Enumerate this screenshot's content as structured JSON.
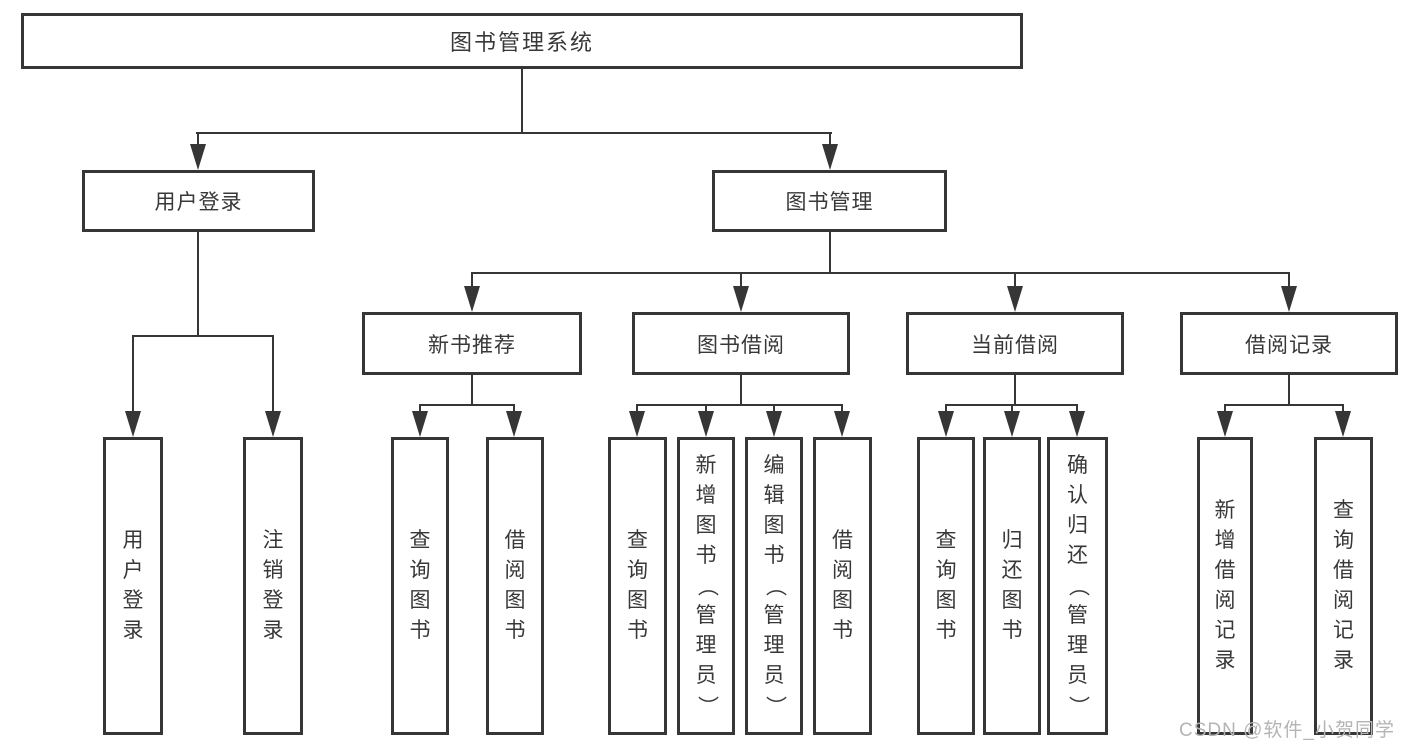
{
  "diagram": {
    "root": {
      "label": "图书管理系统"
    },
    "level2": [
      {
        "label": "用户登录"
      },
      {
        "label": "图书管理"
      }
    ],
    "level3": [
      {
        "label": "新书推荐"
      },
      {
        "label": "图书借阅"
      },
      {
        "label": "当前借阅"
      },
      {
        "label": "借阅记录"
      }
    ],
    "leaves": {
      "user_login": [
        "用户登录",
        "注销登录"
      ],
      "new_book": [
        "查询图书",
        "借阅图书"
      ],
      "book_borrow": [
        "查询图书",
        "新增图书（管理员）",
        "编辑图书（管理员）",
        "借阅图书"
      ],
      "current_borrow": [
        "查询图书",
        "归还图书",
        "确认归还（管理员）"
      ],
      "borrow_records": [
        "新增借阅记录",
        "查询借阅记录"
      ]
    }
  },
  "watermark": {
    "text": "CSDN @软件_小贺同学",
    "color": "#b4b4b4"
  },
  "colors": {
    "background": "#ffffff",
    "box_border": "#363636",
    "line": "#363636",
    "text": "#383838"
  }
}
